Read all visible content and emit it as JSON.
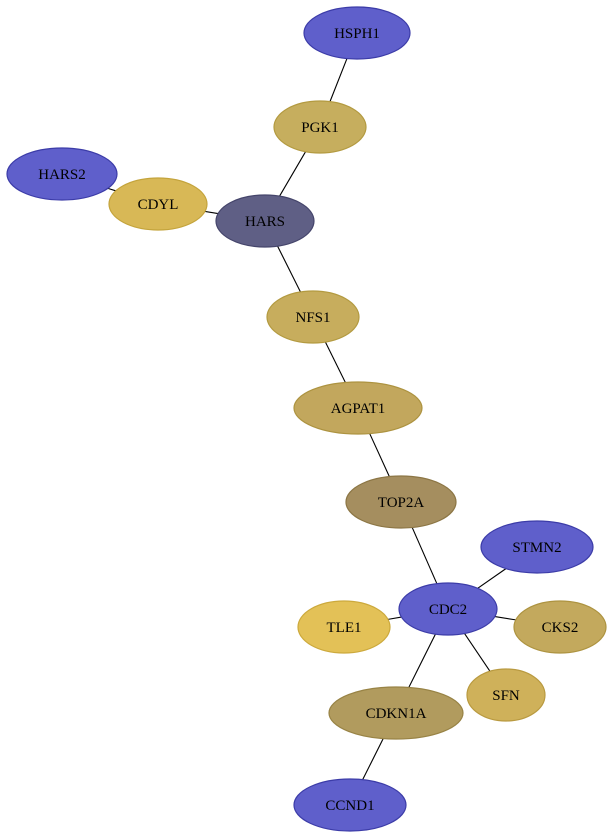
{
  "nodes": [
    {
      "id": "HSPH1",
      "label": "HSPH1",
      "fill": "#5f5fcb",
      "stroke": "#3c3ca8"
    },
    {
      "id": "PGK1",
      "label": "PGK1",
      "fill": "#c6ae5e",
      "stroke": "#b39a40"
    },
    {
      "id": "HARS2",
      "label": "HARS2",
      "fill": "#5f5fcb",
      "stroke": "#3c3ca8"
    },
    {
      "id": "CDYL",
      "label": "CDYL",
      "fill": "#d8b856",
      "stroke": "#c4a43c"
    },
    {
      "id": "HARS",
      "label": "HARS",
      "fill": "#5f5f85",
      "stroke": "#45456b"
    },
    {
      "id": "NFS1",
      "label": "NFS1",
      "fill": "#c7ad5d",
      "stroke": "#b39a40"
    },
    {
      "id": "AGPAT1",
      "label": "AGPAT1",
      "fill": "#c2a75d",
      "stroke": "#ad9340"
    },
    {
      "id": "TOP2A",
      "label": "TOP2A",
      "fill": "#a58e5f",
      "stroke": "#8c7645"
    },
    {
      "id": "STMN2",
      "label": "STMN2",
      "fill": "#5f5fcb",
      "stroke": "#3c3ca8"
    },
    {
      "id": "CDC2",
      "label": "CDC2",
      "fill": "#5f5fcb",
      "stroke": "#3c3ca8"
    },
    {
      "id": "TLE1",
      "label": "TLE1",
      "fill": "#e3c157",
      "stroke": "#cca93c"
    },
    {
      "id": "CKS2",
      "label": "CKS2",
      "fill": "#c3a95d",
      "stroke": "#ad9340"
    },
    {
      "id": "SFN",
      "label": "SFN",
      "fill": "#cfb15a",
      "stroke": "#b99a40"
    },
    {
      "id": "CDKN1A",
      "label": "CDKN1A",
      "fill": "#b19b5e",
      "stroke": "#988345"
    },
    {
      "id": "CCND1",
      "label": "CCND1",
      "fill": "#5f5fcb",
      "stroke": "#3c3ca8"
    }
  ],
  "edges": [
    [
      "HSPH1",
      "PGK1"
    ],
    [
      "PGK1",
      "HARS"
    ],
    [
      "HARS2",
      "CDYL"
    ],
    [
      "CDYL",
      "HARS"
    ],
    [
      "HARS",
      "NFS1"
    ],
    [
      "NFS1",
      "AGPAT1"
    ],
    [
      "AGPAT1",
      "TOP2A"
    ],
    [
      "TOP2A",
      "CDC2"
    ],
    [
      "STMN2",
      "CDC2"
    ],
    [
      "TLE1",
      "CDC2"
    ],
    [
      "CDC2",
      "CKS2"
    ],
    [
      "CDC2",
      "SFN"
    ],
    [
      "CDC2",
      "CDKN1A"
    ],
    [
      "CDKN1A",
      "CCND1"
    ]
  ]
}
